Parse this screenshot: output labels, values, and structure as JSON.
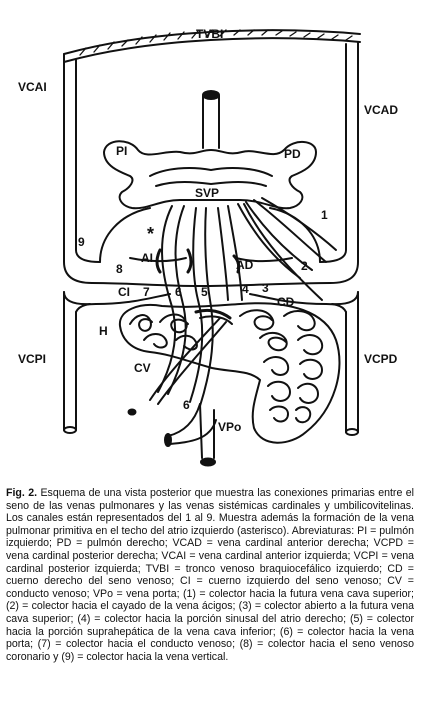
{
  "diagram": {
    "labels": {
      "tvbi": "TVBI",
      "vcai": "VCAI",
      "vcad": "VCAD",
      "pi": "PI",
      "pd": "PD",
      "svp": "SVP",
      "asterisk": "*",
      "ai": "AI",
      "ad": "AD",
      "ci": "CI",
      "cd": "CD",
      "h": "H",
      "cv": "CV",
      "vcpi": "VCPI",
      "vcpd": "VCPD",
      "vpo": "VPo",
      "n1": "1",
      "n2": "2",
      "n3": "3",
      "n4": "4",
      "n5": "5",
      "n6a": "6",
      "n6b": "6",
      "n7": "7",
      "n8": "8",
      "n9": "9"
    }
  },
  "caption": {
    "figure_label": "Fig. 2.",
    "text": "Esquema de una vista posterior que muestra las conexiones primarias entre el seno de las venas pulmonares y las venas sistémicas cardinales y umbilicovitelinas. Los canales están representados del 1 al 9. Muestra además la formación de la vena pulmonar primitiva en el techo del atrio izquierdo (asterisco). Abreviaturas: PI = pulmón izquierdo; PD = pulmón derecho; VCAD = vena cardinal anterior derecha; VCPD = vena cardinal posterior derecha; VCAI = vena cardinal anterior izquierda; VCPI = vena cardinal posterior izquierda; TVBI = tronco venoso braquiocefálico izquierdo; CD = cuerno derecho del seno venoso; CI = cuerno izquierdo del seno venoso; CV = conducto venoso; VPo = vena porta; (1) = colector hacia la futura vena cava superior; (2) = colector hacia el cayado de la vena ácigos; (3) = colector abierto a la futura vena cava superior; (4) = colector hacia la porción sinusal del atrio derecho; (5) = colector hacia la porción suprahepática de la vena cava inferior; (6) = colector hacia la vena porta; (7) = colector hacia el conducto venoso; (8) = colector hacia el seno venoso coronario y (9) = colector hacia la vena vertical."
  }
}
